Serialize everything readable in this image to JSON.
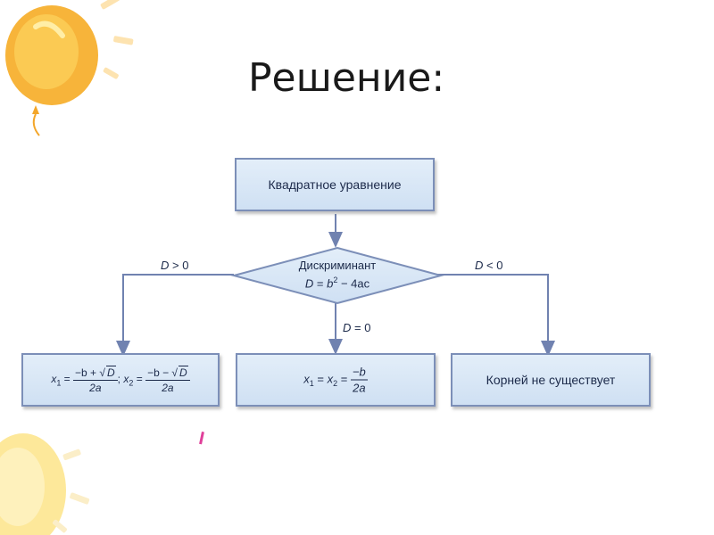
{
  "title": "Решение:",
  "flowchart": {
    "start": {
      "label": "Квадратное уравнение"
    },
    "decision": {
      "line1": "Дискриминант",
      "var": "D",
      "eq": "=",
      "b": "b",
      "exp": "2",
      "rest": "− 4ac"
    },
    "edges": {
      "left": {
        "var": "D",
        "op": "> 0"
      },
      "middle": {
        "var": "D",
        "op": "= 0"
      },
      "right": {
        "var": "D",
        "op": "< 0"
      }
    },
    "outcome_two_roots": {
      "x": "x",
      "s1": "1",
      "s2": "2",
      "eq": "=",
      "num1": "−b + ",
      "num2": "−b − ",
      "root": "D",
      "den": "2a",
      "sep": ";"
    },
    "outcome_one_root": {
      "x": "x",
      "s1": "1",
      "s2": "2",
      "eq": "=",
      "num": "−b",
      "den": "2a"
    },
    "outcome_no_roots": {
      "label": "Корней не существует"
    }
  },
  "colors": {
    "box_border": "#7c8fb8",
    "box_fill": "#d6e5f5",
    "arrow": "#7082b0",
    "text": "#1c2a4a"
  },
  "decor": {
    "balloon_top": "balloon-orange-icon",
    "balloon_bottom": "balloon-yellow-icon"
  }
}
